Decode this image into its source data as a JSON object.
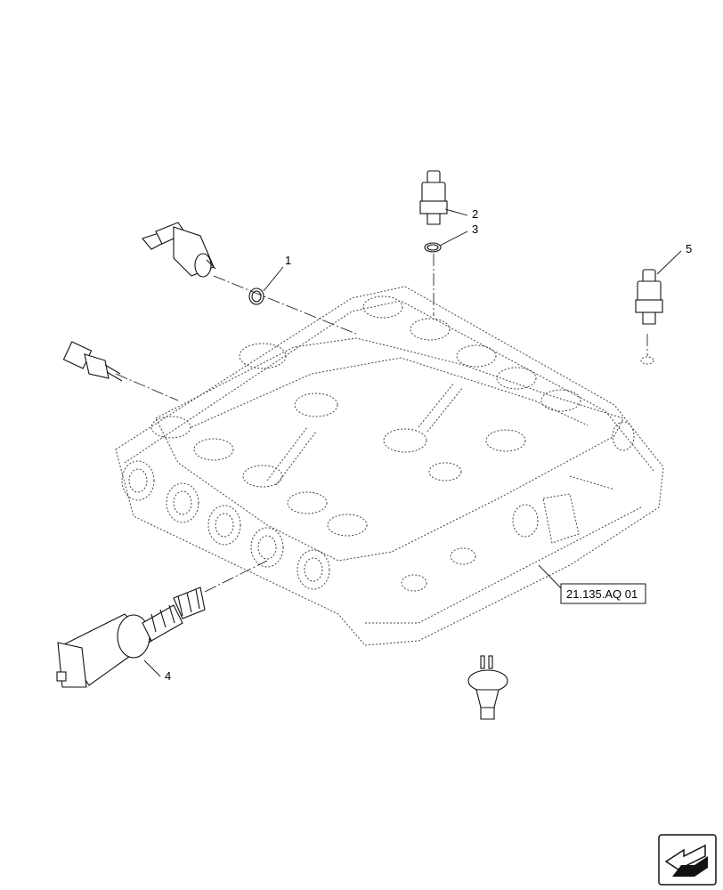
{
  "callouts": {
    "c1": "1",
    "c2": "2",
    "c3": "3",
    "c4": "4",
    "c5": "5"
  },
  "reference": {
    "label": "21.135.AQ 01"
  },
  "nav_icon": "next-page-arrow-icon"
}
